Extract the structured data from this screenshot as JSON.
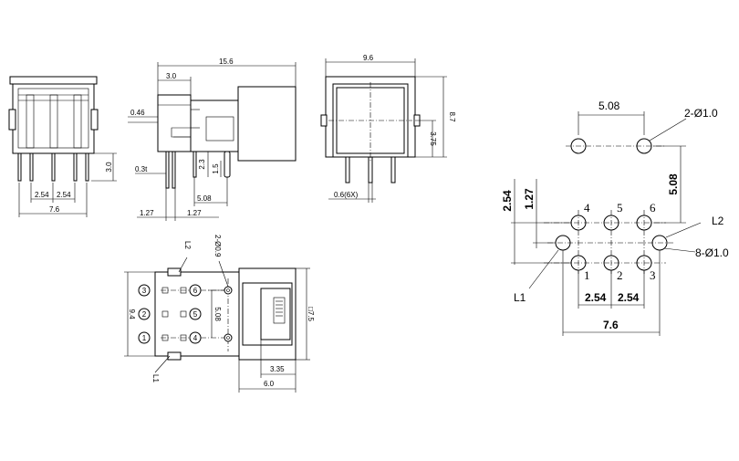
{
  "front_view": {
    "dims": {
      "pitch_left": "2.54",
      "pitch_right": "2.54",
      "width": "7.6",
      "pin_height": "3.0"
    }
  },
  "side_view": {
    "dims": {
      "length": "15.6",
      "offset_top": "3.0",
      "thick": "0.46",
      "t": "0.3t",
      "h1": "2.3",
      "h2": "1.5",
      "pitch": "5.08",
      "a": "1.27",
      "b": "1.27"
    }
  },
  "end_view": {
    "dims": {
      "width": "9.6",
      "height": "8.7",
      "half": "3.75",
      "pin": "0.6(6X)"
    }
  },
  "top_view": {
    "dims": {
      "width": "9.4",
      "pitch": "5.08",
      "hole": "2-Ø0.9",
      "square": "□7.5",
      "depth_a": "3.35",
      "depth_b": "6.0"
    },
    "labels": {
      "l2": "L2",
      "l1": "L1",
      "n1": "1",
      "n2": "2",
      "n3": "3",
      "n4": "4",
      "n5": "5",
      "n6": "6"
    }
  },
  "pcb_layout": {
    "dims": {
      "pitch_top": "5.08",
      "hole_top": "2-Ø1.0",
      "v_pitch": "5.08",
      "v_a": "2.54",
      "v_b": "1.27",
      "h_a": "2.54",
      "h_b": "2.54",
      "total": "7.6",
      "holes": "8-Ø1.0"
    },
    "labels": {
      "l1": "L1",
      "l2": "L2",
      "n1": "1",
      "n2": "2",
      "n3": "3",
      "n4": "4",
      "n5": "5",
      "n6": "6"
    }
  }
}
